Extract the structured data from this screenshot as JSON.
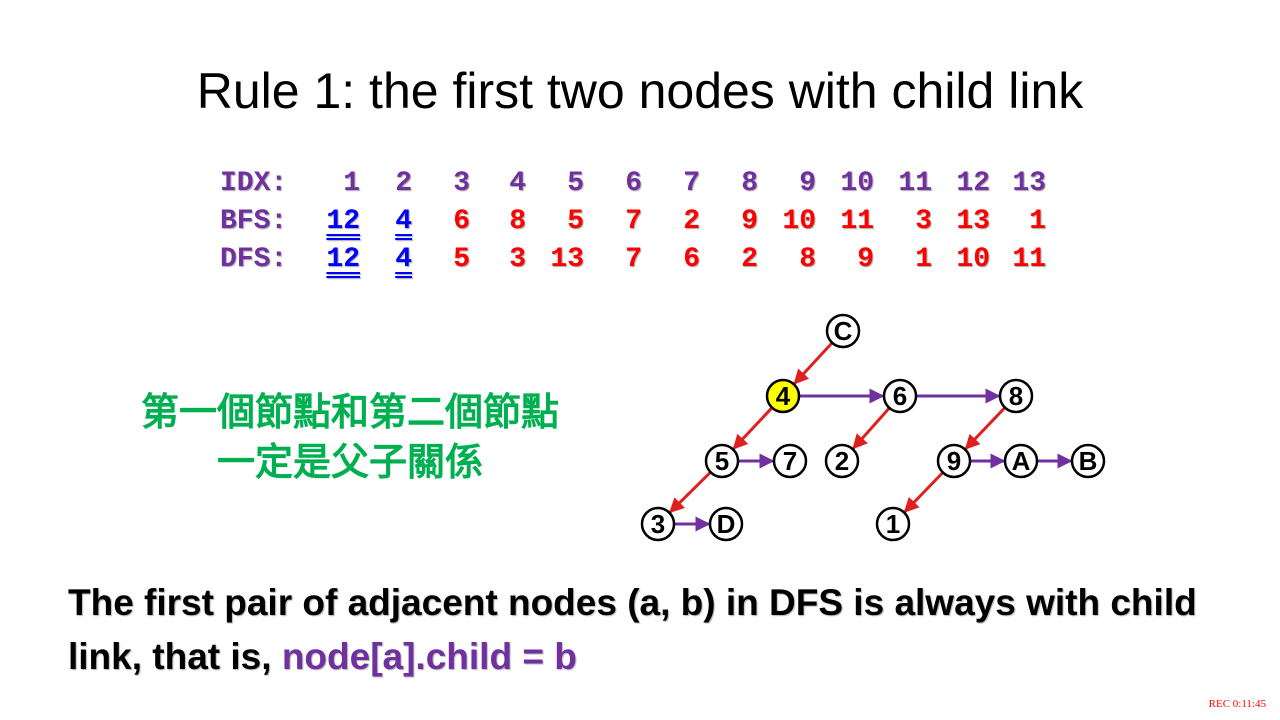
{
  "title": "Rule 1: the first two nodes with child link",
  "colors": {
    "label": "#7030a0",
    "blue": "#0000ff",
    "red": "#ff0000",
    "green": "#00b050",
    "purple": "#7030a0",
    "highlight_node": "#ffff00",
    "child_link": "#e02020",
    "sibling_link": "#7030a0"
  },
  "table": {
    "idx": {
      "label": "IDX:",
      "values": [
        "1",
        "2",
        "3",
        "4",
        "5",
        "6",
        "7",
        "8",
        "9",
        "10",
        "11",
        "12",
        "13"
      ]
    },
    "bfs": {
      "label": "BFS:",
      "values": [
        "12",
        "4",
        "6",
        "8",
        "5",
        "7",
        "2",
        "9",
        "10",
        "11",
        "3",
        "13",
        "1"
      ]
    },
    "dfs": {
      "label": "DFS:",
      "values": [
        "12",
        "4",
        "5",
        "3",
        "13",
        "7",
        "6",
        "2",
        "8",
        "9",
        "1",
        "10",
        "11"
      ]
    }
  },
  "chinese": {
    "line1": "第一個節點和第二個節點",
    "line2": "一定是父子關係"
  },
  "tree": {
    "nodes": [
      {
        "id": "C",
        "label": "C",
        "highlight": false
      },
      {
        "id": "4",
        "label": "4",
        "highlight": true
      },
      {
        "id": "6",
        "label": "6",
        "highlight": false
      },
      {
        "id": "8",
        "label": "8",
        "highlight": false
      },
      {
        "id": "5",
        "label": "5",
        "highlight": false
      },
      {
        "id": "7",
        "label": "7",
        "highlight": false
      },
      {
        "id": "2",
        "label": "2",
        "highlight": false
      },
      {
        "id": "9",
        "label": "9",
        "highlight": false
      },
      {
        "id": "A",
        "label": "A",
        "highlight": false
      },
      {
        "id": "B",
        "label": "B",
        "highlight": false
      },
      {
        "id": "3",
        "label": "3",
        "highlight": false
      },
      {
        "id": "D",
        "label": "D",
        "highlight": false
      },
      {
        "id": "1",
        "label": "1",
        "highlight": false
      }
    ],
    "child_links": [
      [
        "C",
        "4"
      ],
      [
        "4",
        "5"
      ],
      [
        "6",
        "2"
      ],
      [
        "8",
        "9"
      ],
      [
        "5",
        "3"
      ],
      [
        "9",
        "1"
      ]
    ],
    "sibling_links": [
      [
        "4",
        "6"
      ],
      [
        "6",
        "8"
      ],
      [
        "5",
        "7"
      ],
      [
        "9",
        "A"
      ],
      [
        "A",
        "B"
      ],
      [
        "3",
        "D"
      ]
    ]
  },
  "bottom": {
    "text_before": "The first pair of adjacent nodes (a, b) in DFS is always with child link, that is, ",
    "highlight": "node[a].child = b"
  },
  "rec": "REC 0:11:45"
}
